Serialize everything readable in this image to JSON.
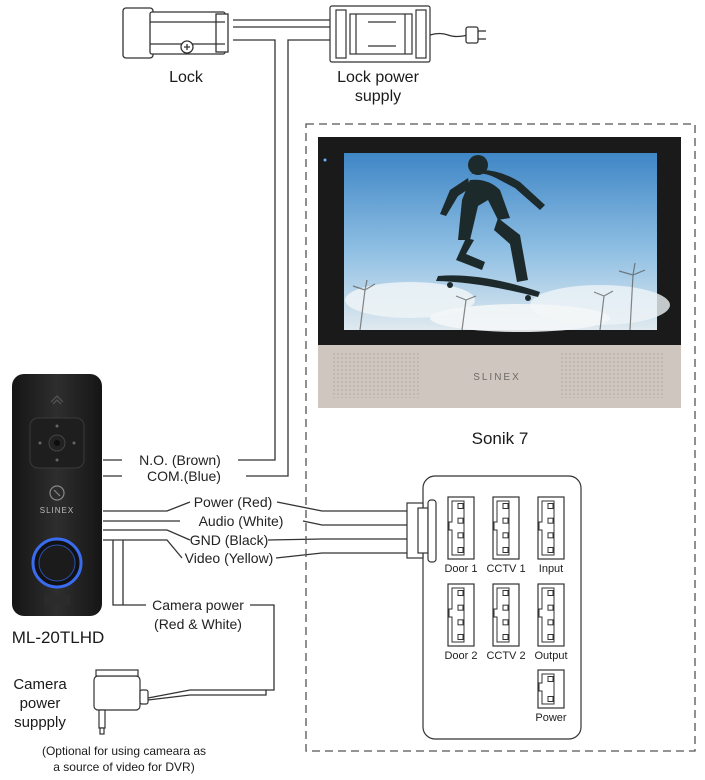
{
  "devices": {
    "lock": "Lock",
    "lock_power_supply": [
      "Lock power",
      "supply"
    ],
    "monitor": "Sonik 7",
    "monitor_brand": "SLINEX",
    "panel_model": "ML-20TLHD",
    "panel_brand": "SLINEX",
    "camera_power_supply": [
      "Camera",
      "power",
      "suppply"
    ],
    "optional_note": [
      "(Optional for using cameara as",
      "a source of video for DVR)"
    ]
  },
  "wires": {
    "no": "N.O. (Brown)",
    "com": "COM.(Blue)",
    "power": "Power (Red)",
    "audio": "Audio (White)",
    "gnd": "GND (Black)",
    "video": "Video (Yellow)",
    "camera_power": [
      "Camera power",
      "(Red & White)"
    ]
  },
  "connectors": [
    "Door 1",
    "CCTV 1",
    "Input",
    "Door 2",
    "CCTV 2",
    "Output",
    "Power"
  ],
  "colors": {
    "line": "#333333",
    "dashed_border": "#555555",
    "panel_body": "#262626",
    "ring_light": "#3a6cf0",
    "monitor_bezel": "#1a1a1a",
    "monitor_bottom": "#cfc7bf"
  }
}
